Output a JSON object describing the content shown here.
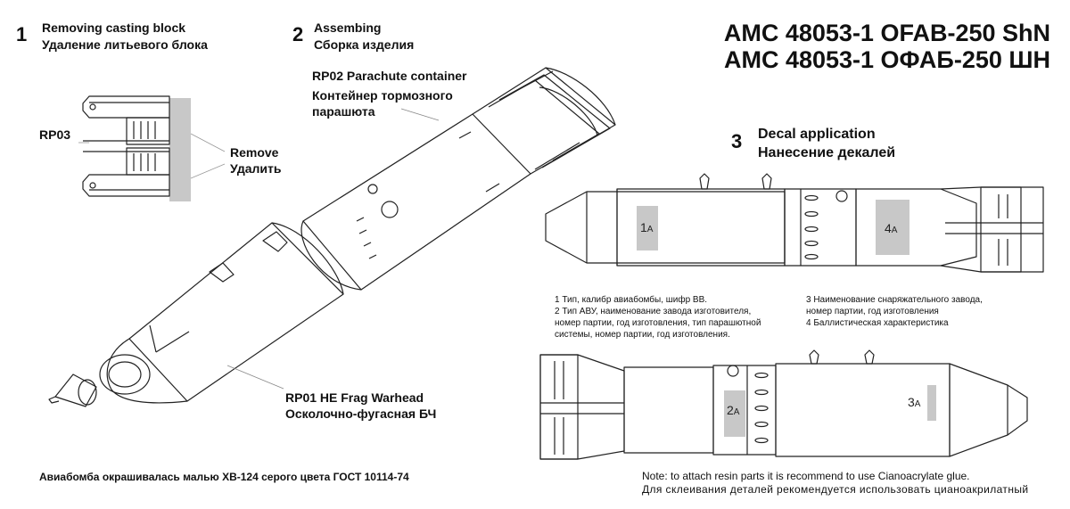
{
  "steps": [
    {
      "number": "1",
      "en": "Removing casting block",
      "ru": "Удаление литьевого блока"
    },
    {
      "number": "2",
      "en": "Assembing",
      "ru": "Сборка изделия"
    },
    {
      "number": "3",
      "en": "Decal application",
      "ru": "Нанесение декалей"
    }
  ],
  "title": {
    "line1": "AMC 48053-1 OFAB-250 ShN",
    "line2": "AMC 48053-1 ОФАБ-250 ШН"
  },
  "parts": {
    "rp03": "RP03",
    "remove_en": "Remove",
    "remove_ru": "Удалить",
    "rp02_en": "RP02 Parachute container",
    "rp02_ru1": "Контейнер тормозного",
    "rp02_ru2": "парашюта",
    "rp01_en": "RP01 HE Frag Warhead",
    "rp01_ru": "Осколочно-фугасная БЧ"
  },
  "decals": {
    "labels": [
      "1",
      "2",
      "3",
      "4"
    ],
    "suffix": "A",
    "notes_left": [
      "1 Тип, калибр авиабомбы, шифр ВВ.",
      "2 Тип АВУ, наименование завода изготовителя,",
      "номер партии, год изготовления, тип парашютной",
      "системы, номер партии, год изготовления."
    ],
    "notes_right": [
      "3 Наименование снаряжательного завода,",
      "номер партии, год изготовления",
      "4 Баллистическая характеристика"
    ]
  },
  "footer": {
    "paint": "Авиабомба окрашивалась малью ХВ-124 серого цвета ГОСТ 10114-74",
    "note_en": "Note: to attach resin parts it is recommend to use Cianoacrylate glue.",
    "note_ru": "Для склеивания деталей рекомендуется использовать цианоакрилатный"
  }
}
